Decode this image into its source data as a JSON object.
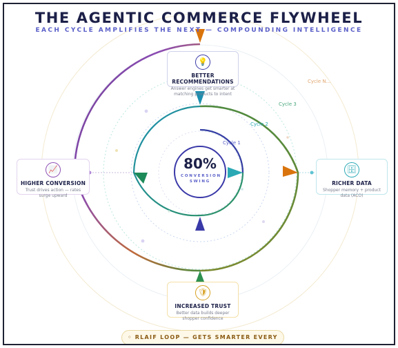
{
  "header": {
    "title": "THE AGENTIC COMMERCE FLYWHEEL",
    "subtitle": "EACH CYCLE AMPLIFIES THE NEXT — COMPOUNDING INTELLIGENCE"
  },
  "center": {
    "value": "80%",
    "label": "CONVERSION SWING"
  },
  "nodes": {
    "top": {
      "title": "BETTER RECOMMENDATIONS",
      "description": "Answer engines get smarter at matching products to intent",
      "icon": "lightbulb-icon",
      "glyph": "💡",
      "color": "#3a39a8"
    },
    "right": {
      "title": "RICHER DATA",
      "description": "Shopper memory + product data (ACO)",
      "icon": "database-icon",
      "glyph": "🗄",
      "color": "#2aa9b5"
    },
    "bottom": {
      "title": "INCREASED TRUST",
      "description": "Better data builds deeper shopper confidence",
      "icon": "shield-icon",
      "glyph": "🛡",
      "color": "#d6a020"
    },
    "left": {
      "title": "HIGHER CONVERSION",
      "description": "Trust drives action — rates surge upward",
      "icon": "chart-up-icon",
      "glyph": "📈",
      "color": "#8a4cb3"
    }
  },
  "cycles": [
    {
      "label": "Cycle 1",
      "color": "#5a5fc8"
    },
    {
      "label": "Cycle 2",
      "color": "#2aa9b5"
    },
    {
      "label": "Cycle 3",
      "color": "#4aa77e"
    },
    {
      "label": "Cycle N...",
      "color": "#e2a772"
    }
  ],
  "footer": {
    "pill": "◦ RLAIF LOOP — GETS SMARTER EVERY CYCLE ◦"
  },
  "colors": {
    "title": "#1c2048",
    "subtitle": "#5a5fc8",
    "arrow_top": "#d9740c",
    "arrow_right": "#d9740c",
    "arrow_bottom": "#2e9150",
    "arrow_left": "#2e9150",
    "arrow_inner_top": "#1c8fb0",
    "arrow_inner_right": "#2aa9b5",
    "arrow_inner_bottom": "#3a39a8",
    "arrow_inner_left": "#1d8a5a"
  }
}
